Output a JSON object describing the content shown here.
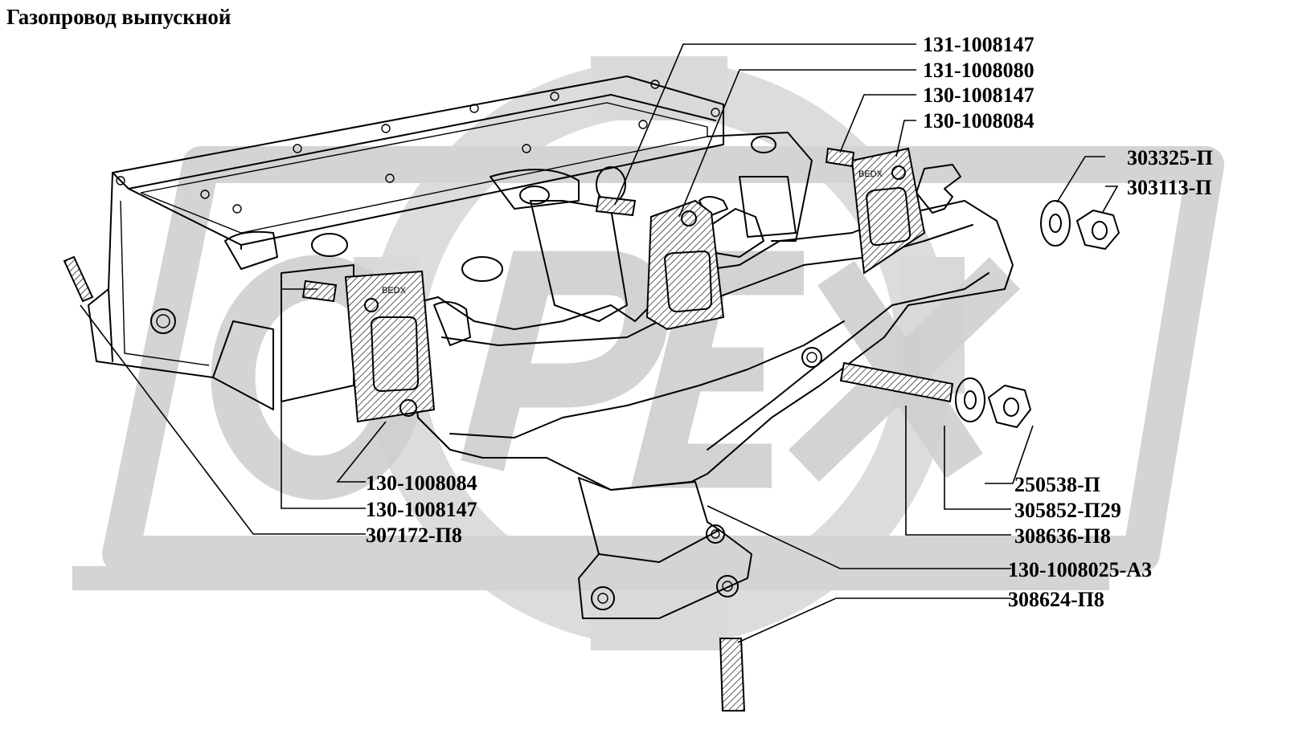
{
  "title": "Газопровод выпускной",
  "watermark": {
    "text": "OPEX",
    "color": "#d9d9d9"
  },
  "gasket_marking": "BEDX",
  "labels": {
    "l1": "131-1008147",
    "l2": "131-1008080",
    "l3": "130-1008147",
    "l4": "130-1008084",
    "l5": "303325-П",
    "l6": "303113-П",
    "l7": "250538-П",
    "l8": "305852-П29",
    "l9": "308636-П8",
    "l10": "130-1008025-А3",
    "l11": "308624-П8",
    "l12": "130-1008084",
    "l13": "130-1008147",
    "l14": "307172-П8"
  }
}
